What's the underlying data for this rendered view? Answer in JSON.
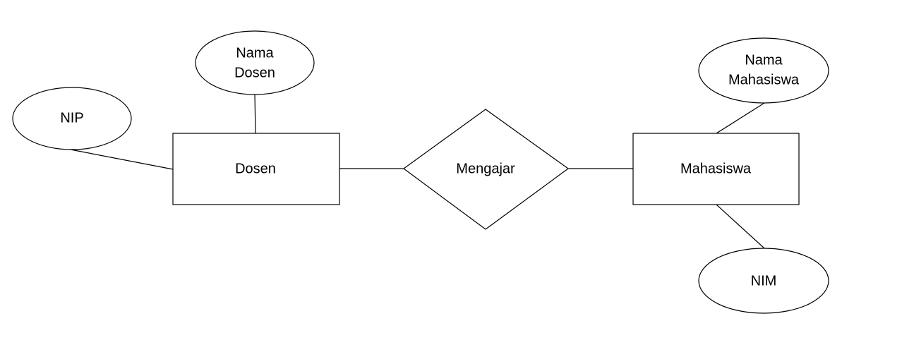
{
  "entities": {
    "dosen": {
      "label": "Dosen"
    },
    "mahasiswa": {
      "label": "Mahasiswa"
    }
  },
  "relationship": {
    "mengajar": {
      "label": "Mengajar"
    }
  },
  "attributes": {
    "nip": {
      "label": "NIP"
    },
    "nama_dosen": {
      "line1": "Nama",
      "line2": "Dosen"
    },
    "nama_mahasiswa": {
      "line1": "Nama",
      "line2": "Mahasiswa"
    },
    "nim": {
      "label": "NIM"
    }
  }
}
